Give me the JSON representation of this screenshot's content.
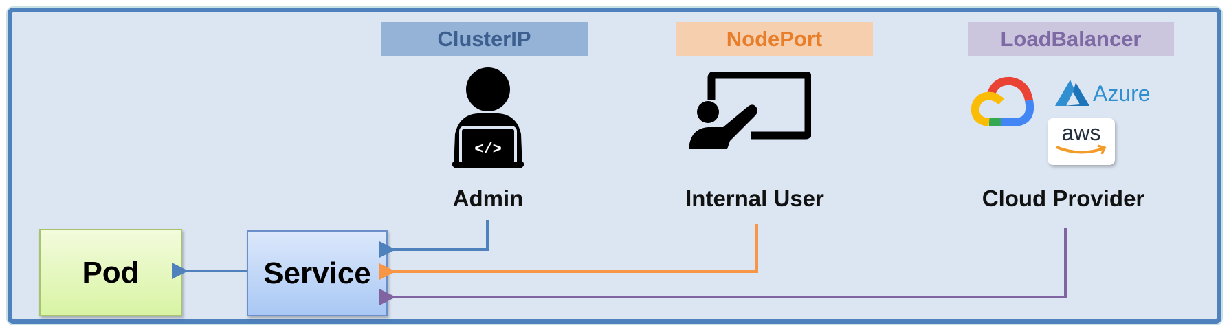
{
  "service_types": [
    {
      "label": "ClusterIP",
      "color": "#4f81bd"
    },
    {
      "label": "NodePort",
      "color": "#f79646"
    },
    {
      "label": "LoadBalancer",
      "color": "#8064a2"
    }
  ],
  "actors": [
    {
      "name": "Admin",
      "icon": "developer-laptop-icon"
    },
    {
      "name": "Internal User",
      "icon": "presenter-board-icon"
    },
    {
      "name": "Cloud Provider",
      "icon": "cloud-providers-icon"
    }
  ],
  "cloud_providers": {
    "gcp": "google-cloud-icon",
    "azure": "Azure",
    "aws": "aws"
  },
  "nodes": {
    "pod": "Pod",
    "service": "Service"
  },
  "code_glyph": "</>"
}
